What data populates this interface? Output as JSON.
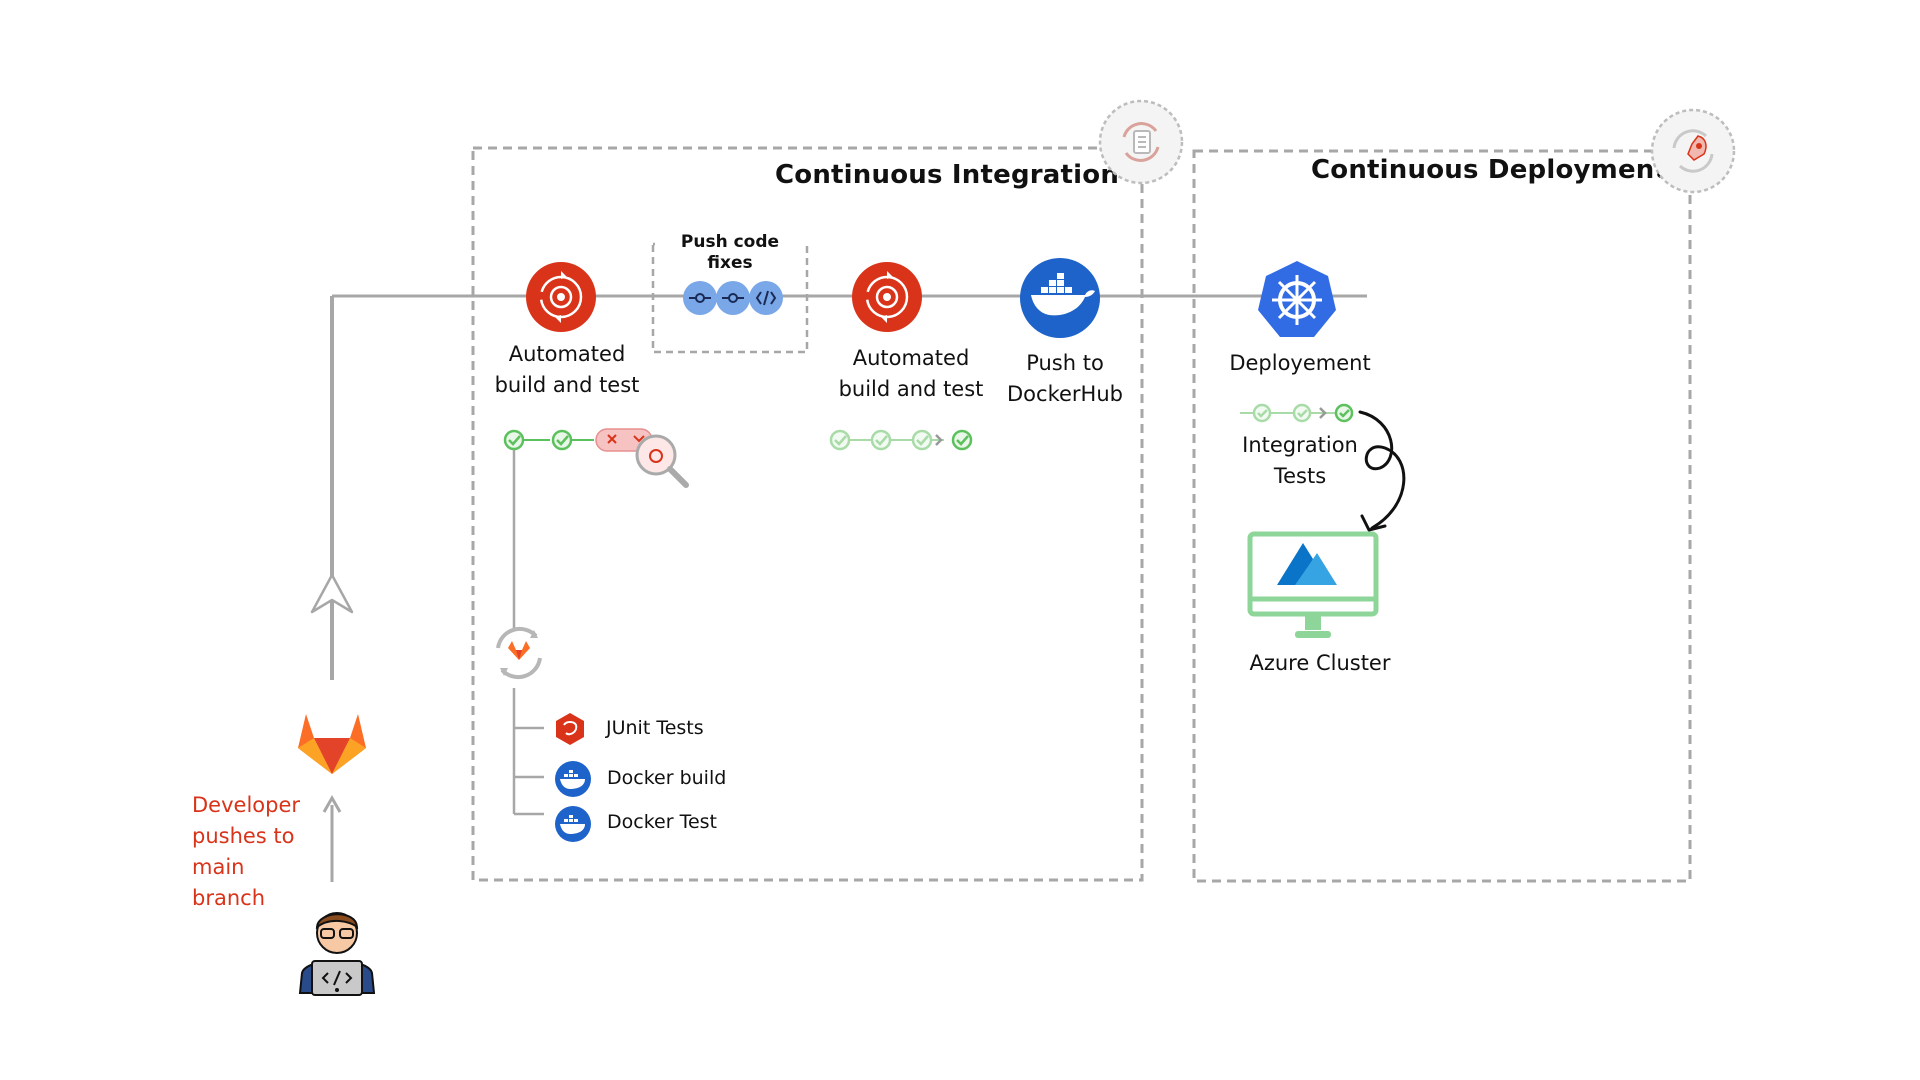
{
  "colors": {
    "accent_red": "#d9331a",
    "docker_blue": "#1d63c9",
    "k8s_blue": "#326ce5",
    "check_green": "#5cc15c",
    "frame_gray": "#a7a7a7",
    "azure_monitor_green": "#8ed59a"
  },
  "ci": {
    "title": "Continuous Integration",
    "corner_icon": "pipeline-cycle-icon",
    "stage1": {
      "label_line1": "Automated",
      "label_line2": "build and test",
      "icon": "gear-cycle-icon"
    },
    "fixes": {
      "label_line1": "Push code",
      "label_line2": "fixes",
      "icon": "git-commits-icon"
    },
    "stage2": {
      "label_line1": "Automated",
      "label_line2": "build and test",
      "icon": "gear-cycle-icon"
    },
    "push": {
      "label_line1": "Push to",
      "label_line2": "DockerHub",
      "icon": "docker-icon"
    },
    "jobs": [
      {
        "label": "JUnit Tests",
        "icon": "junit-icon"
      },
      {
        "label": "Docker build",
        "icon": "docker-icon"
      },
      {
        "label": "Docker Test",
        "icon": "docker-icon"
      }
    ]
  },
  "cd": {
    "title": "Continuous Deployment",
    "corner_icon": "rocket-cycle-icon",
    "deploy": {
      "label": "Deployement",
      "icon": "kubernetes-icon"
    },
    "tests": {
      "label_line1": "Integration",
      "label_line2": "Tests"
    },
    "cluster": {
      "label": "Azure Cluster",
      "icon": "azure-monitor-icon"
    }
  },
  "developer": {
    "label_lines": [
      "Developer",
      "pushes to",
      "main",
      "branch"
    ],
    "icon": "developer-icon",
    "repo_icon": "gitlab-icon"
  }
}
